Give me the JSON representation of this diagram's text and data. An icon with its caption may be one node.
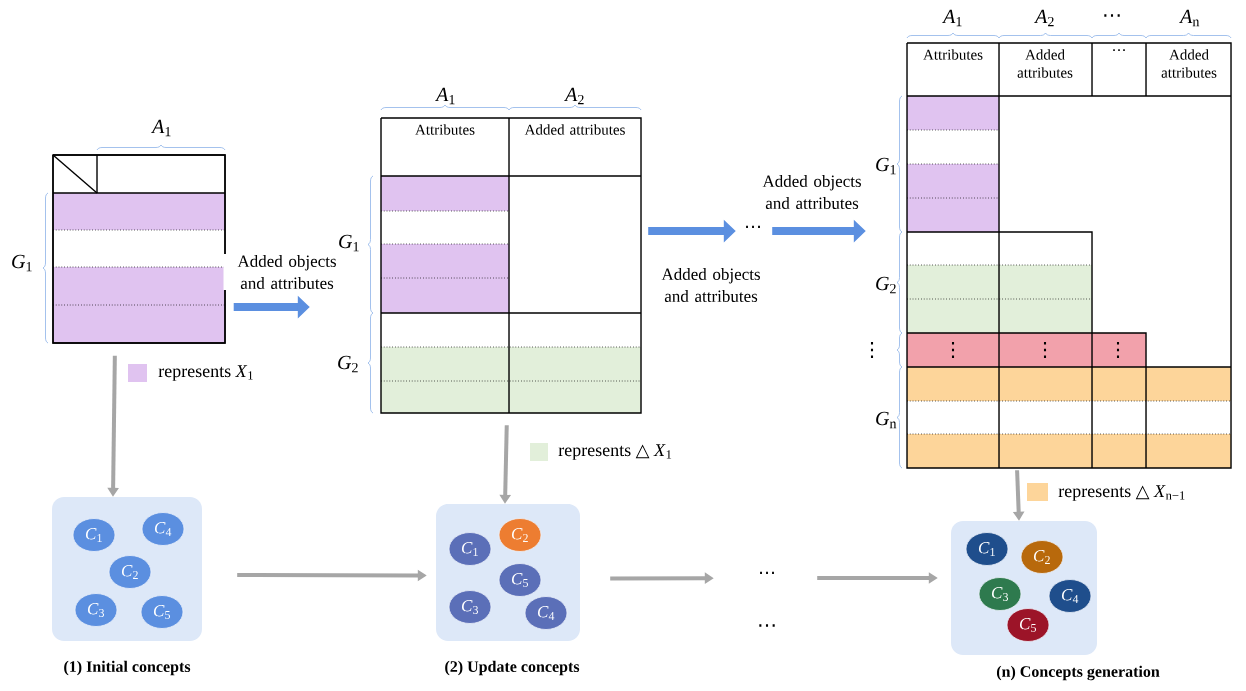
{
  "diagram": {
    "nodes": [
      {
        "text": [],
        "shape": "box"
      },
      {
        "text": [
          "Attributes",
          "Added attributes"
        ]
      },
      {
        "text": [
          "⋯"
        ]
      },
      {
        "text": [
          "Attributes",
          "Added attributes",
          "⋯",
          "Added attributes"
        ]
      },
      {
        "text": [],
        "shape": "box",
        "beside": [
          "(1) Initial concepts"
        ]
      },
      {
        "text": [
          "*C*$_{1}$"
        ],
        "in": 4
      },
      {
        "text": [
          "*C*$_{4}$"
        ],
        "in": 4
      },
      {
        "text": [
          "*C*$_{2}$"
        ],
        "in": 4
      },
      {
        "text": [
          "*C*$_{3}$"
        ],
        "in": 4
      },
      {
        "text": [
          "*C*$_{5}$"
        ],
        "in": 4
      },
      {
        "text": [],
        "shape": "box",
        "beside": [
          "(2) Update concepts"
        ]
      },
      {
        "text": [
          "*C*$_{1}$"
        ],
        "in": 10
      },
      {
        "text": [
          "*C*$_{2}$"
        ],
        "in": 10
      },
      {
        "text": [
          "*C*$_{5}$"
        ],
        "in": 10
      },
      {
        "text": [
          "*C*$_{3}$"
        ],
        "in": 10
      },
      {
        "text": [
          "*C*$_{4}$"
        ],
        "in": 10
      },
      {
        "text": [
          "⋯"
        ]
      },
      {
        "text": [],
        "shape": "box",
        "beside": [
          "(n) Concepts generation"
        ]
      },
      {
        "text": [
          "*C*$_{1}$"
        ],
        "in": 17
      },
      {
        "text": [
          "*C*$_{2}$"
        ],
        "in": 17
      },
      {
        "text": [
          "*C*$_{3}$"
        ],
        "in": 17
      },
      {
        "text": [
          "*C*$_{4}$"
        ],
        "in": 17
      },
      {
        "text": [
          "*C*$_{5}$"
        ],
        "in": 17
      }
    ],
    "edges": [
      {
        "from": 0,
        "to": 1,
        "arrow": "to",
        "label": "Added objects and attributes",
        "style": "thick",
        "color": "#5b8fe0"
      },
      {
        "from": 1,
        "to": 2,
        "arrow": "to",
        "label": "Added objects and attributes",
        "style": "thick",
        "color": "#5b8fe0"
      },
      {
        "from": 2,
        "to": 3,
        "arrow": "to",
        "label": "Added objects and attributes",
        "style": "thick",
        "color": "#5b8fe0"
      },
      {
        "from": 0,
        "to": 4,
        "arrow": "to"
      },
      {
        "from": 1,
        "to": 10,
        "arrow": "to"
      },
      {
        "from": 3,
        "to": 17,
        "arrow": "to"
      },
      {
        "from": 4,
        "to": 10,
        "arrow": "to"
      },
      {
        "from": 10,
        "to": 16,
        "arrow": "to"
      },
      {
        "from": 16,
        "to": 17,
        "arrow": "to"
      }
    ],
    "labels": [
      "*A*$_{1}$",
      "*G*$_{1}$",
      "*A*$_{1}$",
      "*A*$_{2}$",
      "*G*$_{1}$",
      "*G*$_{2}$",
      "*A*$_{1}$",
      "*A*$_{2}$",
      "⋯",
      "*A*$_{n}$",
      "*G*$_{1}$",
      "*G*$_{2}$",
      "⋮",
      "*G*$_{n}$",
      "⋮",
      "⋮",
      "⋮",
      "⋯"
    ],
    "legend": [
      {
        "text": "represents *X*$_{1}$",
        "color": "#e0c3f0"
      },
      {
        "text": "represents △ *X*$_{1}$",
        "color": "#e2efda"
      },
      {
        "text": "represents △ *X*$_{n−1}$",
        "color": "#fdd59a"
      }
    ]
  }
}
